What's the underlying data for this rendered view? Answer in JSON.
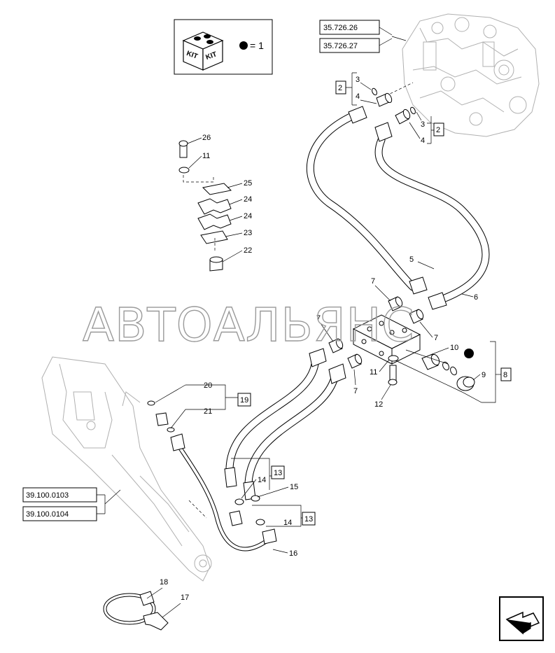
{
  "kit": {
    "label_left": "KIT",
    "label_right": "KIT",
    "legend": "= 1"
  },
  "refs": {
    "r1": "35.726.26",
    "r2": "35.726.27",
    "r3": "39.100.0103",
    "r4": "39.100.0104"
  },
  "boxed": {
    "b2a": "2",
    "b2b": "2",
    "b8": "8",
    "b19": "19",
    "b13a": "13",
    "b13b": "13"
  },
  "labels": {
    "n3a": "3",
    "n4a": "4",
    "n3b": "3",
    "n4b": "4",
    "n26": "26",
    "n11a": "11",
    "n25": "25",
    "n24a": "24",
    "n24b": "24",
    "n23": "23",
    "n22": "22",
    "n5": "5",
    "n6": "6",
    "n7a": "7",
    "n7b": "7",
    "n7c": "7",
    "n7d": "7",
    "n10": "10",
    "n9": "9",
    "n11b": "11",
    "n12": "12",
    "n20": "20",
    "n21": "21",
    "n14a": "14",
    "n15": "15",
    "n14b": "14",
    "n16": "16",
    "n18": "18",
    "n17": "17"
  },
  "watermark": "АВТОАЛЬЯНС",
  "icons": {
    "nav": "next-page-arrow-icon",
    "kit": "kit-box-icon"
  }
}
